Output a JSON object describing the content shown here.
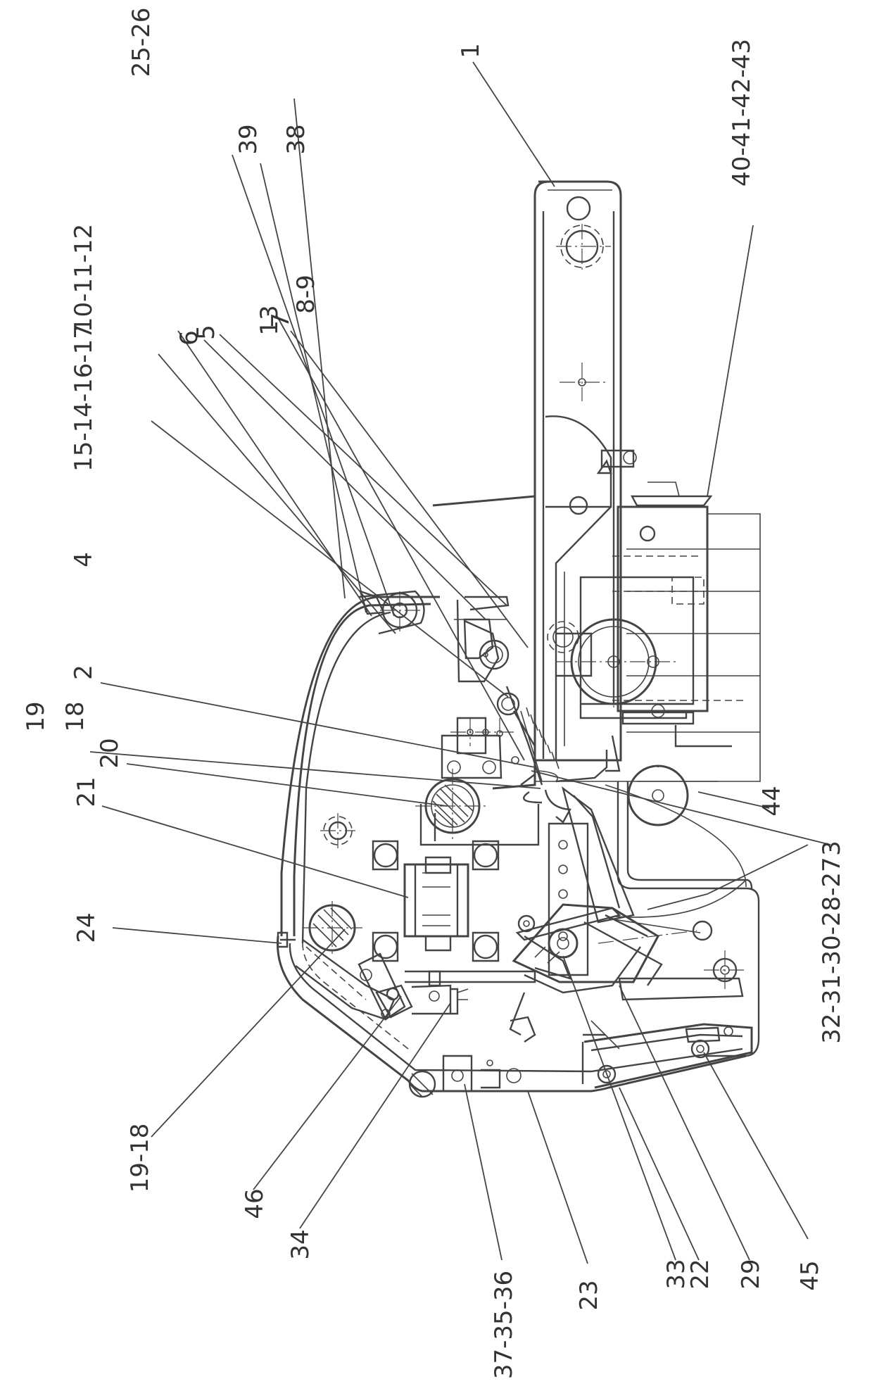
{
  "drawing": {
    "callouts": [
      {
        "id": "c1",
        "text": "1"
      },
      {
        "id": "c40",
        "text": "40-41-42-43"
      },
      {
        "id": "c44",
        "text": "44"
      },
      {
        "id": "c3",
        "text": "3"
      },
      {
        "id": "c27",
        "text": "32-31-30-28-27"
      },
      {
        "id": "c45",
        "text": "45"
      },
      {
        "id": "c29",
        "text": "29"
      },
      {
        "id": "c22",
        "text": "22"
      },
      {
        "id": "c33",
        "text": "33"
      },
      {
        "id": "c23",
        "text": "23"
      },
      {
        "id": "c37",
        "text": "37-35-36"
      },
      {
        "id": "c34",
        "text": "34"
      },
      {
        "id": "c46",
        "text": "46"
      },
      {
        "id": "c19b",
        "text": "19-18"
      },
      {
        "id": "c24",
        "text": "24"
      },
      {
        "id": "c21",
        "text": "21"
      },
      {
        "id": "c20",
        "text": "20"
      },
      {
        "id": "c19a",
        "text": "19"
      },
      {
        "id": "c18a",
        "text": "18"
      },
      {
        "id": "c2",
        "text": "2"
      },
      {
        "id": "c4",
        "text": "4"
      },
      {
        "id": "c15",
        "text": "15-14-16-17"
      },
      {
        "id": "c10",
        "text": "10-11-12"
      },
      {
        "id": "c6",
        "text": "6"
      },
      {
        "id": "c5",
        "text": "5"
      },
      {
        "id": "c13",
        "text": "13"
      },
      {
        "id": "c7",
        "text": "7"
      },
      {
        "id": "c8",
        "text": "8-9"
      },
      {
        "id": "c39",
        "text": "39"
      },
      {
        "id": "c38",
        "text": "38"
      },
      {
        "id": "c25",
        "text": "25-26"
      }
    ]
  }
}
